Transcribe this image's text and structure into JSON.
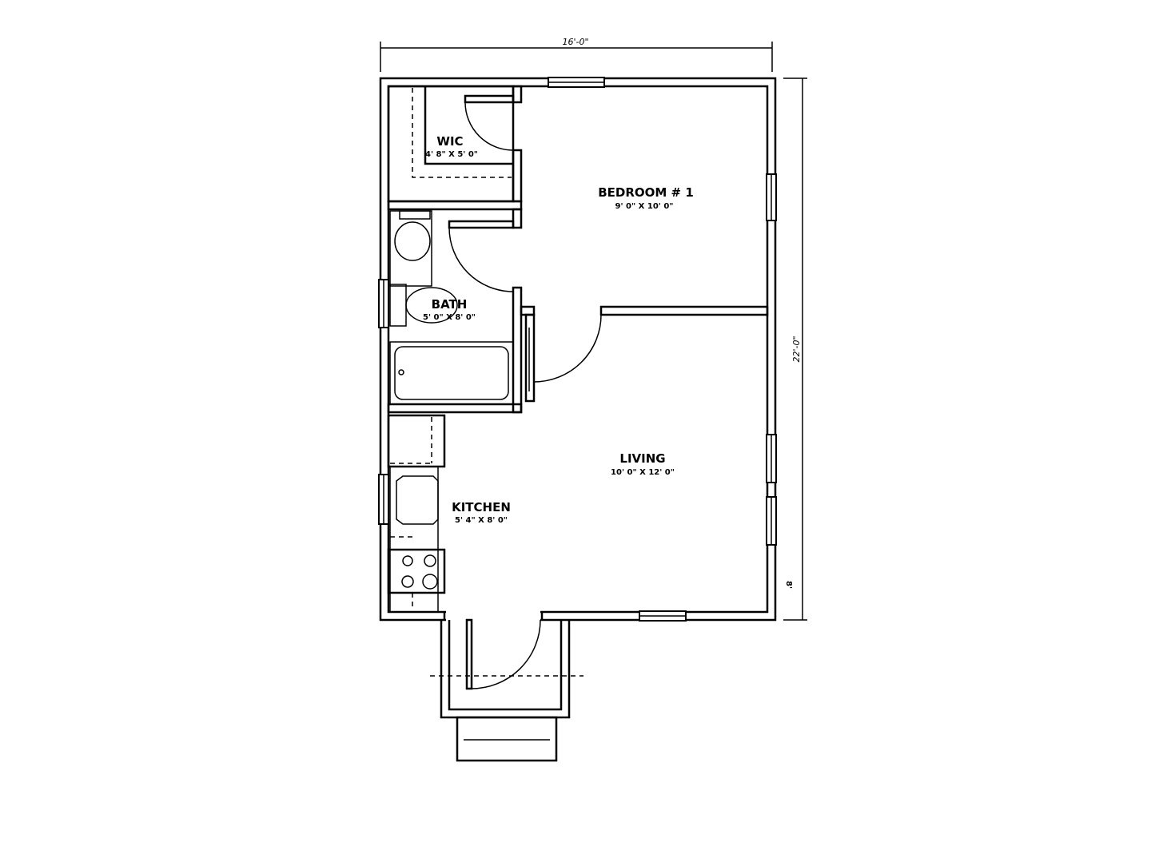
{
  "dimensions": {
    "width": "16'-0\"",
    "depth": "22'-0\"",
    "ceiling": "8'"
  },
  "rooms": {
    "wic": {
      "name": "WIC",
      "size": "4' 8\" X 5' 0\""
    },
    "bedroom": {
      "name": "BEDROOM # 1",
      "size": "9' 0\" X 10' 0\""
    },
    "bath": {
      "name": "BATH",
      "size": "5' 0\" X 8' 0\""
    },
    "living": {
      "name": "LIVING",
      "size": "10' 0\" X 12' 0\""
    },
    "kitchen": {
      "name": "KITCHEN",
      "size": "5' 4\" X 8' 0\""
    }
  }
}
